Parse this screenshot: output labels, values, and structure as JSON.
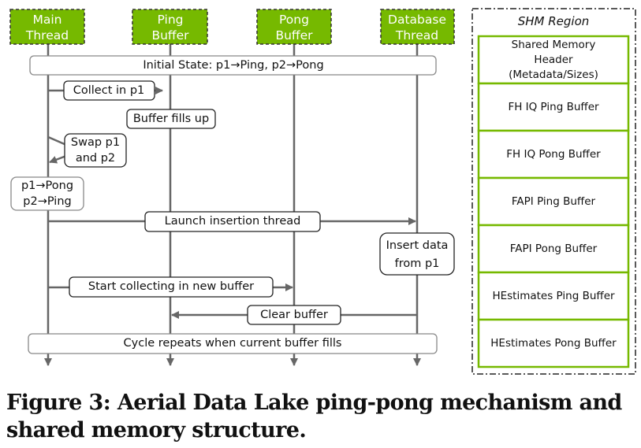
{
  "colors": {
    "actor_fill": "#76b900",
    "actor_text": "#ffffff",
    "line": "#666666",
    "shm_box_border": "#76b900"
  },
  "actors": [
    {
      "id": "main",
      "line1": "Main",
      "line2": "Thread"
    },
    {
      "id": "ping",
      "line1": "Ping",
      "line2": "Buffer"
    },
    {
      "id": "pong",
      "line1": "Pong",
      "line2": "Buffer"
    },
    {
      "id": "db",
      "line1": "Database",
      "line2": "Thread"
    }
  ],
  "steps": {
    "initial_state": "Initial State: p1→Ping, p2→Pong",
    "collect": "Collect in p1",
    "buffer_fills": "Buffer fills up",
    "swap_line1": "Swap p1",
    "swap_line2": "and p2",
    "state_line1": "p1→Pong",
    "state_line2": "p2→Ping",
    "launch": "Launch insertion thread",
    "insert_line1": "Insert data",
    "insert_line2": "from p1",
    "start_collecting": "Start collecting in new buffer",
    "clear_buffer": "Clear buffer",
    "cycle": "Cycle repeats when current buffer fills"
  },
  "shm": {
    "title": "SHM Region",
    "header_lines": [
      "Shared Memory",
      "Header",
      "(Metadata/Sizes)"
    ],
    "buffers": [
      "FH IQ Ping Buffer",
      "FH IQ Pong Buffer",
      "FAPI Ping Buffer",
      "FAPI Pong Buffer",
      "HEstimates Ping Buffer",
      "HEstimates Pong Buffer"
    ]
  },
  "caption": {
    "line1": "Figure 3: Aerial Data Lake ping-pong mechanism and",
    "line2": "shared memory structure."
  }
}
